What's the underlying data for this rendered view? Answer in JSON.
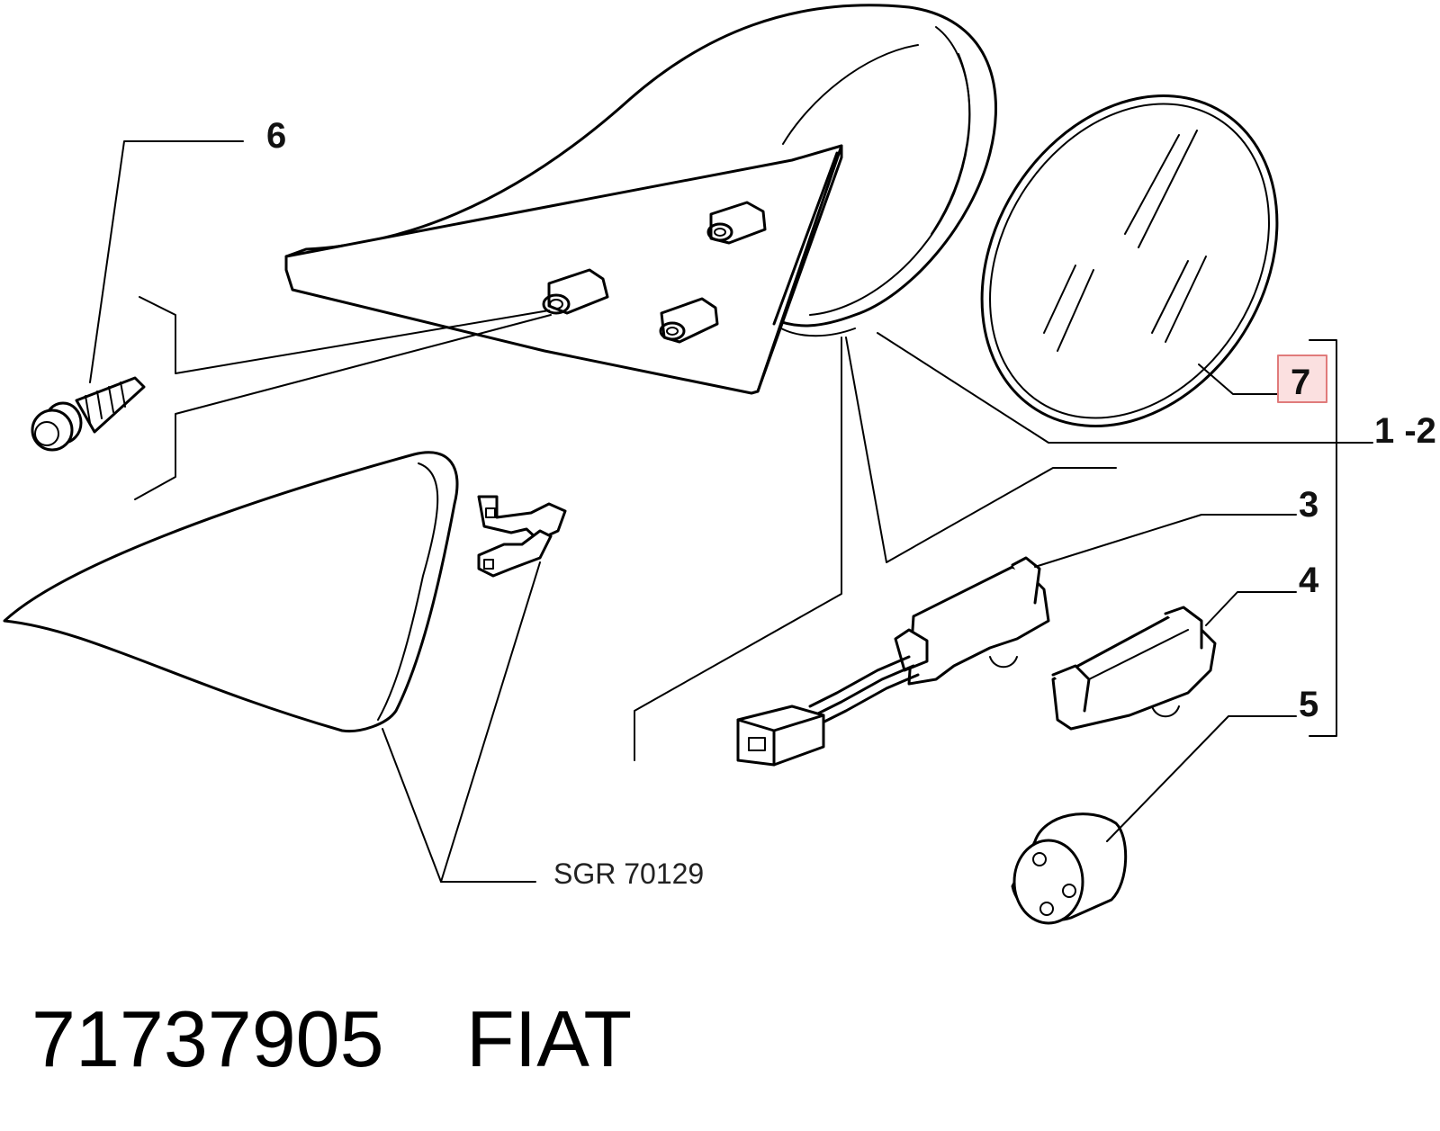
{
  "callouts": {
    "c6": "6",
    "c7": "7",
    "c12": "1 -2",
    "c3": "3",
    "c4": "4",
    "c5": "5"
  },
  "reference": "SGR 70129",
  "footer": {
    "part_number": "71737905",
    "brand": "FIAT"
  },
  "colors": {
    "line": "#000000",
    "highlight_fill": "#fbe0e0",
    "highlight_stroke": "#e07b7b"
  }
}
